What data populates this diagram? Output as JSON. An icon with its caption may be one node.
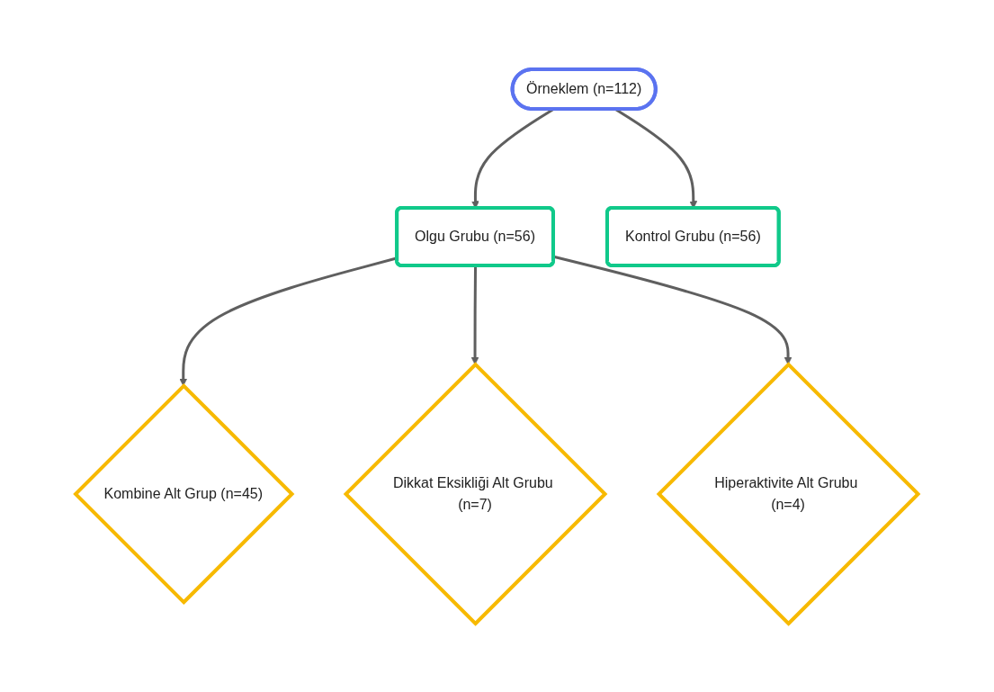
{
  "diagram": {
    "nodes": [
      {
        "text": [
          "Örneklem (n=112)"
        ]
      },
      {
        "text": [
          "Olgu Grubu (n=56)"
        ]
      },
      {
        "text": [
          "Kontrol Grubu (n=56)"
        ]
      },
      {
        "text": [
          "Kombine Alt Grup (n=45)"
        ]
      },
      {
        "text": [
          "Dikkat Eksikliği Alt Grubu (n=7)"
        ]
      },
      {
        "text": [
          "Hiperaktivite Alt Grubu (n=4)"
        ]
      }
    ],
    "edges": [
      {
        "from": 0,
        "to": 1,
        "arrow": "to"
      },
      {
        "from": 0,
        "to": 2,
        "arrow": "to"
      },
      {
        "from": 1,
        "to": 3,
        "arrow": "to"
      },
      {
        "from": 1,
        "to": 4,
        "arrow": "to"
      },
      {
        "from": 1,
        "to": 5,
        "arrow": "to"
      }
    ]
  }
}
